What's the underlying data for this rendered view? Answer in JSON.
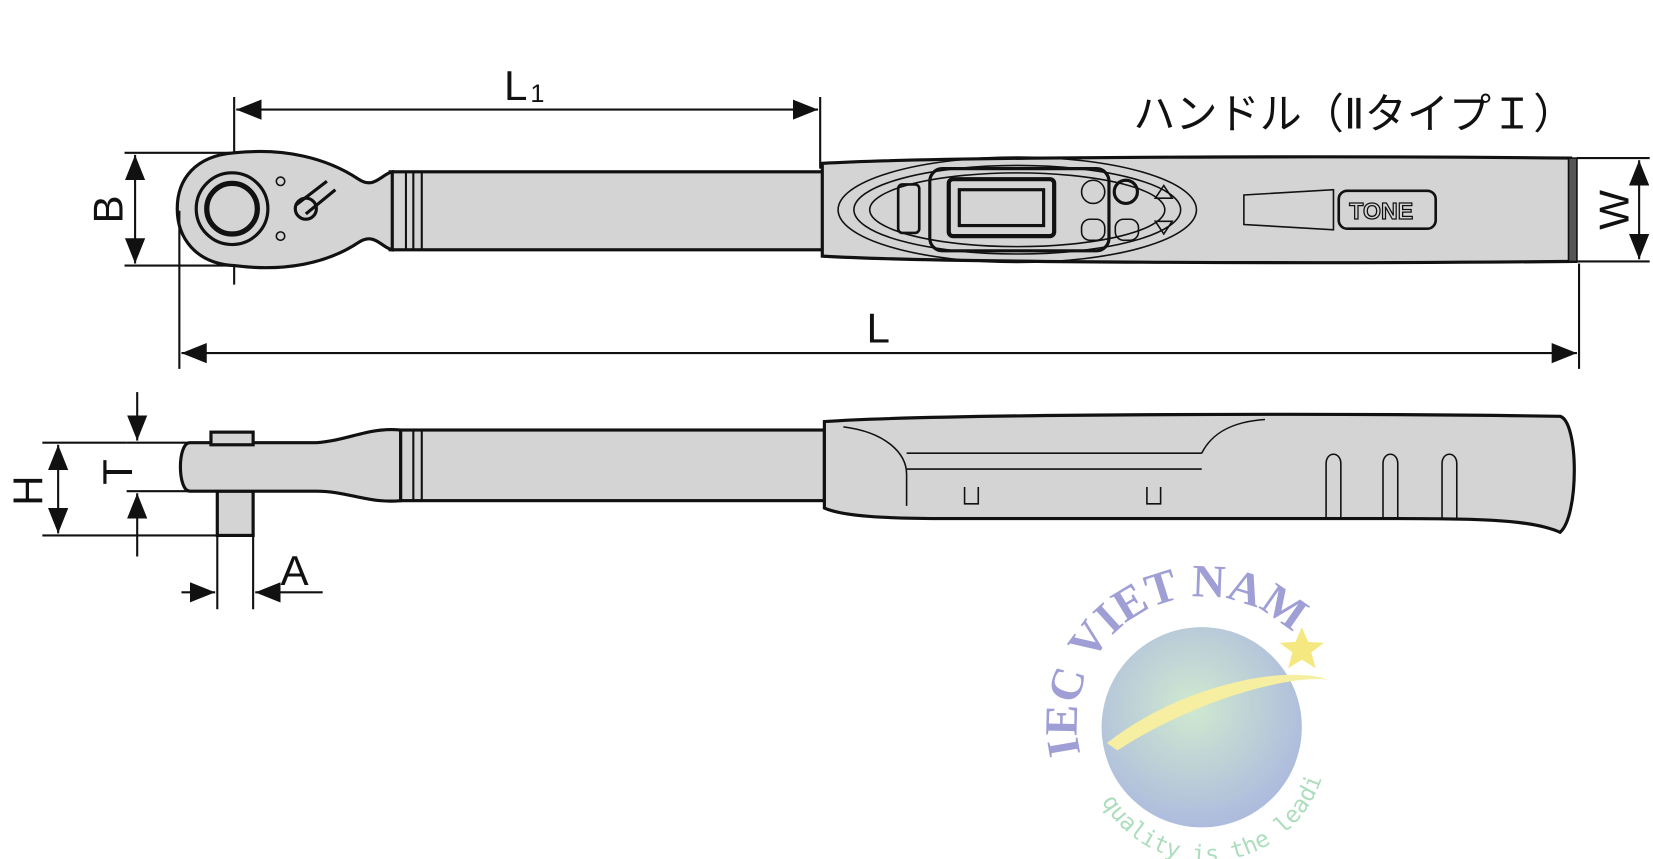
{
  "title": "ハンドル（ⅡタイプＩ）",
  "dimensions": {
    "l1": "L",
    "l1_sub": "1",
    "l": "L",
    "b": "B",
    "w": "W",
    "h": "H",
    "t": "T",
    "a": "A"
  },
  "brand": "TONE",
  "watermark": {
    "name": "IEC VIET NAM",
    "slogan": "quality is the leading"
  }
}
